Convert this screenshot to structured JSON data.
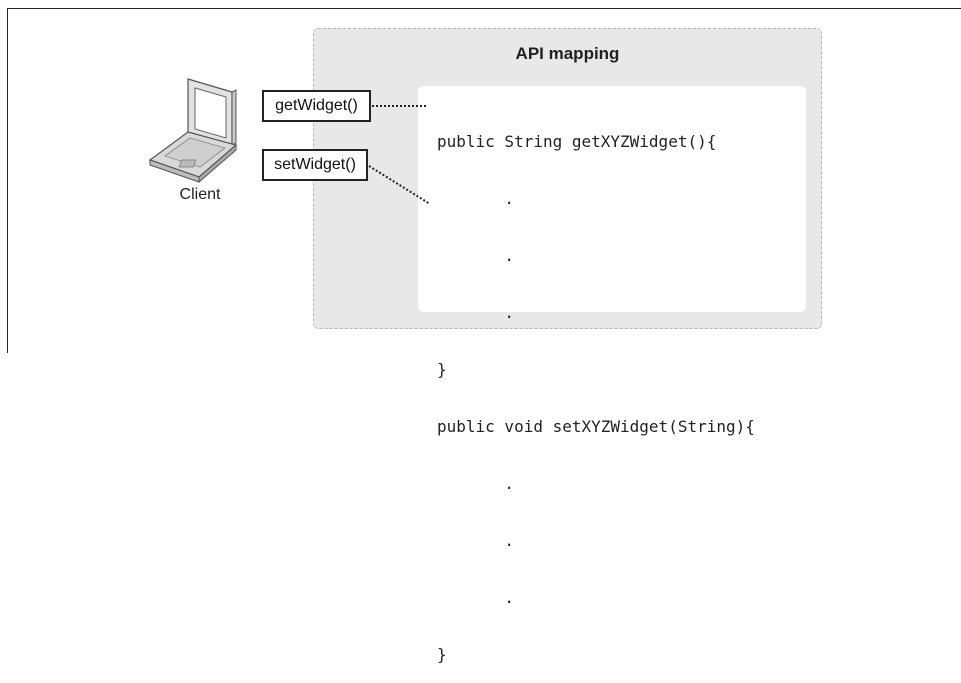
{
  "title": "API mapping",
  "client": {
    "label": "Client"
  },
  "methods": [
    {
      "label": "getWidget()"
    },
    {
      "label": "setWidget()"
    }
  ],
  "code_lines": [
    "public String getXYZWidget(){",
    "       .",
    "       .",
    "       .",
    "}",
    "public void setXYZWidget(String){",
    "       .",
    "       .",
    "       .",
    "}"
  ]
}
